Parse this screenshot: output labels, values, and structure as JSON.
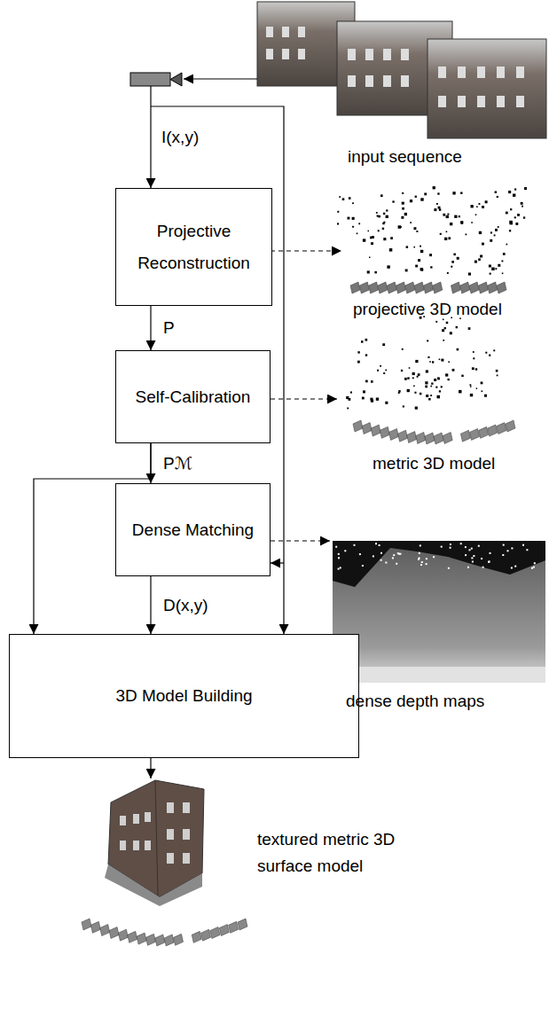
{
  "diagram": {
    "nodes": [
      {
        "text": [
          "Projective Reconstruction"
        ]
      },
      {
        "text": [
          "Self-Calibration"
        ]
      },
      {
        "text": [
          "Dense Matching"
        ]
      },
      {
        "text": [
          "3D Model Building"
        ]
      }
    ],
    "edges": [
      {
        "from": 0,
        "to": 1,
        "label": "P",
        "arrow": "to"
      },
      {
        "from": 1,
        "to": 2,
        "label": "Pℳ",
        "arrow": "to"
      },
      {
        "from": 1,
        "to": 3,
        "arrow": "to"
      },
      {
        "from": 2,
        "to": 3,
        "label": "D(x,y)",
        "arrow": "to"
      }
    ],
    "labels": [
      "I(x,y)",
      "input sequence",
      "projective 3D model",
      "metric 3D model",
      "dense depth maps",
      "textured metric 3D surface model"
    ]
  }
}
